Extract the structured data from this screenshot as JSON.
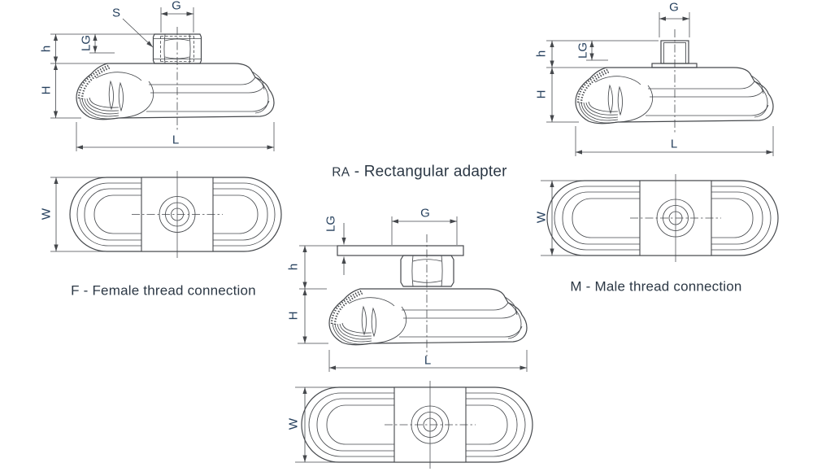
{
  "colors": {
    "background": "#ffffff",
    "line": "#45484c",
    "dim_label": "#27415e",
    "caption": "#2c3845"
  },
  "figures": {
    "female": {
      "caption": "F - Female thread connection",
      "dims": {
        "s": "S",
        "g": "G",
        "lg": "LG",
        "h": "h",
        "height": "H",
        "l": "L",
        "w": "W"
      }
    },
    "male": {
      "caption": "M - Male thread connection",
      "dims": {
        "g": "G",
        "lg": "LG",
        "h": "h",
        "height": "H",
        "l": "L",
        "w": "W"
      }
    },
    "rect_adapter": {
      "caption_prefix": "RA",
      "caption_rest": " - Rectangular adapter",
      "dims": {
        "g": "G",
        "lg": "LG",
        "h": "h",
        "height": "H",
        "l": "L",
        "w": "W"
      }
    }
  }
}
